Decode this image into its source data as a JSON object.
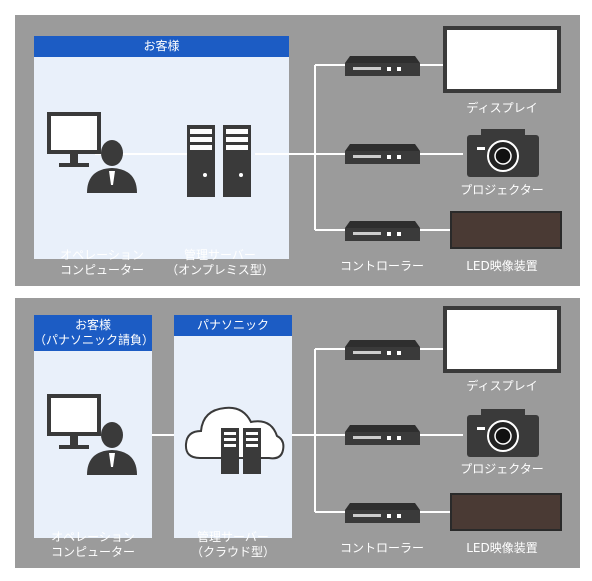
{
  "top": {
    "customer_header": "お客様",
    "operator_label": [
      "オペレーション",
      "コンピューター"
    ],
    "server_label": [
      "管理サーバー",
      "（オンプレミス型）"
    ],
    "controller_label": "コントローラー",
    "devices": [
      "ディスプレイ",
      "プロジェクター",
      "LED映像装置"
    ]
  },
  "bottom": {
    "customer_header": [
      "お客様",
      "（パナソニック請負）"
    ],
    "panasonic_header": "パナソニック",
    "operator_label": [
      "オペレーション",
      "コンピューター"
    ],
    "server_label": [
      "管理サーバー",
      "（クラウド型）"
    ],
    "controller_label": "コントローラー",
    "devices": [
      "ディスプレイ",
      "プロジェクター",
      "LED映像装置"
    ]
  },
  "colors": {
    "panel": "#9b9b9b",
    "header": "#1c5cc4",
    "customer_bg": "#e9f0fa",
    "line": "#ffffff"
  }
}
